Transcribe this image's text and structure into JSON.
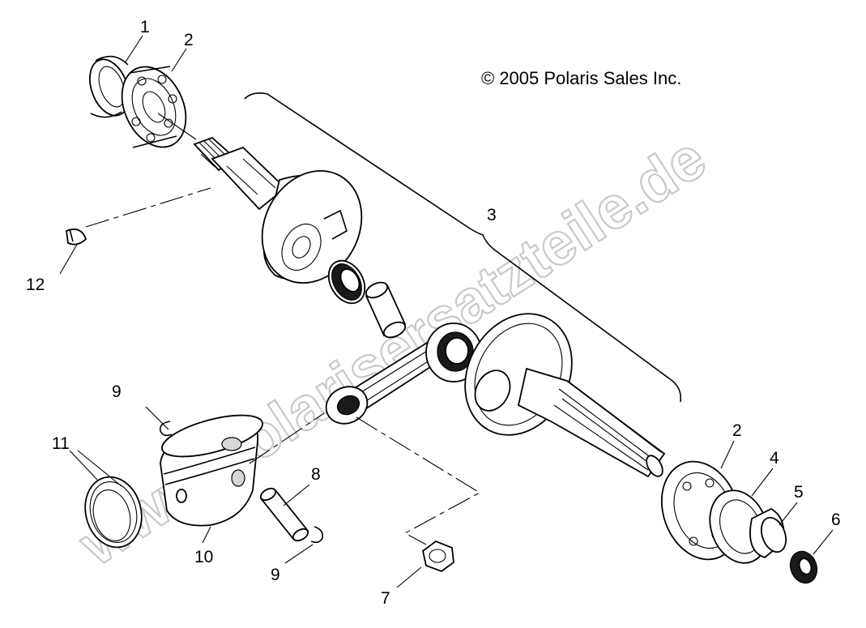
{
  "copyright": "© 2005 Polaris Sales Inc.",
  "watermark": "www.polarisersatzteile.de",
  "callouts": {
    "c1": "1",
    "c2_top": "2",
    "c2_right": "2",
    "c3": "3",
    "c4": "4",
    "c5": "5",
    "c6": "6",
    "c7": "7",
    "c8": "8",
    "c9_top": "9",
    "c9_bottom": "9",
    "c10": "10",
    "c11": "11",
    "c12": "12"
  },
  "colors": {
    "line": "#000000",
    "watermark": "#c9c9c9",
    "background": "#ffffff"
  }
}
